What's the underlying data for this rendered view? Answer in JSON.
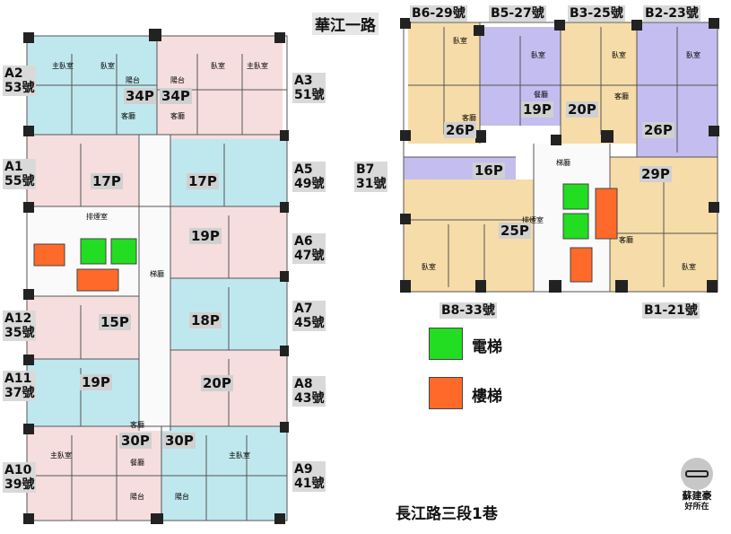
{
  "streets": {
    "north": "華江一路",
    "south": "長江路三段1巷"
  },
  "units_a": [
    {
      "id": "A2",
      "addr": "53號",
      "ping": "34P"
    },
    {
      "id": "A3",
      "addr": "51號",
      "ping": "34P"
    },
    {
      "id": "A1",
      "addr": "55號",
      "ping": "17P"
    },
    {
      "id": "A5",
      "addr": "49號",
      "ping": "17P"
    },
    {
      "id": "A6",
      "addr": "47號",
      "ping": "19P"
    },
    {
      "id": "A7",
      "addr": "45號",
      "ping": "18P"
    },
    {
      "id": "A12",
      "addr": "35號",
      "ping": "15P"
    },
    {
      "id": "A11",
      "addr": "37號",
      "ping": "19P"
    },
    {
      "id": "A8",
      "addr": "43號",
      "ping": "20P"
    },
    {
      "id": "A10",
      "addr": "39號",
      "ping": "30P"
    },
    {
      "id": "A9",
      "addr": "41號",
      "ping": "30P"
    }
  ],
  "units_b": [
    {
      "label": "B6-29號",
      "ping": "26P"
    },
    {
      "label": "B5-27號",
      "ping": "19P"
    },
    {
      "label": "B3-25號",
      "ping": "20P"
    },
    {
      "label": "B2-23號",
      "ping": "26P"
    },
    {
      "label": "B7",
      "sub": "31號",
      "ping": "16P"
    },
    {
      "label": "B8-33號",
      "ping": "25P"
    },
    {
      "label": "B1-21號",
      "ping": "29P"
    }
  ],
  "legend": {
    "elevator": "電梯",
    "stairs": "樓梯",
    "elevator_color": "#22dd22",
    "stairs_color": "#ff6a2a"
  },
  "rooms": {
    "living": "客廳",
    "bedroom": "臥室",
    "master": "主臥室",
    "dining": "餐廳",
    "balcony": "陽台",
    "smoke": "排煙室",
    "lobby": "梯廳"
  },
  "logo": {
    "line1": "蘇建豪",
    "line2": "好所在"
  },
  "colors": {
    "cyan": "#bfe8ee",
    "pink": "#f6dede",
    "yellow": "#f6dca8",
    "purple": "#c4bdf0"
  }
}
